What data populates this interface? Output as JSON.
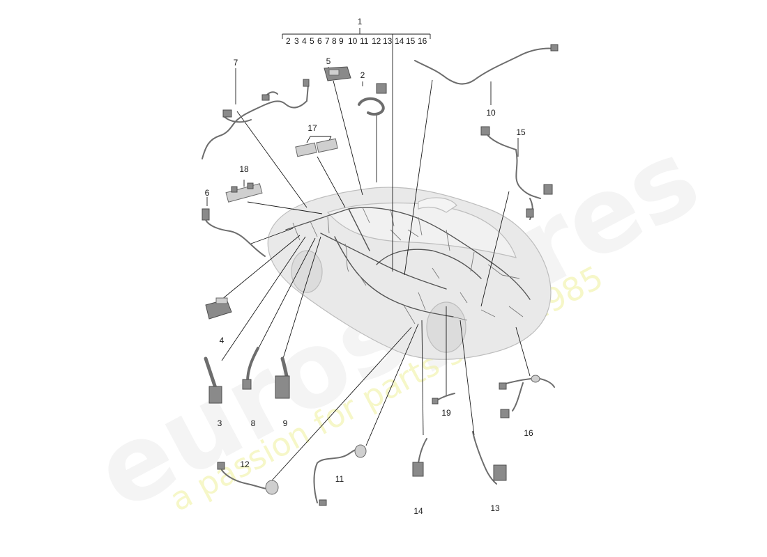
{
  "diagram": {
    "top_label": "1",
    "sub_labels": [
      "2",
      "3",
      "4",
      "5",
      "6",
      "7",
      "8",
      "9",
      "10",
      "11",
      "12",
      "13",
      "14",
      "15",
      "16"
    ],
    "callouts": {
      "p2": "2",
      "p3": "3",
      "p4": "4",
      "p5": "5",
      "p6": "6",
      "p7": "7",
      "p8": "8",
      "p9": "9",
      "p10": "10",
      "p11": "11",
      "p12": "12",
      "p13": "13",
      "p14": "14",
      "p15": "15",
      "p16": "16",
      "p17": "17",
      "p18": "18",
      "p19": "19"
    }
  },
  "watermark": {
    "brand": "eurospares",
    "tagline": "a passion for parts since 1985"
  }
}
